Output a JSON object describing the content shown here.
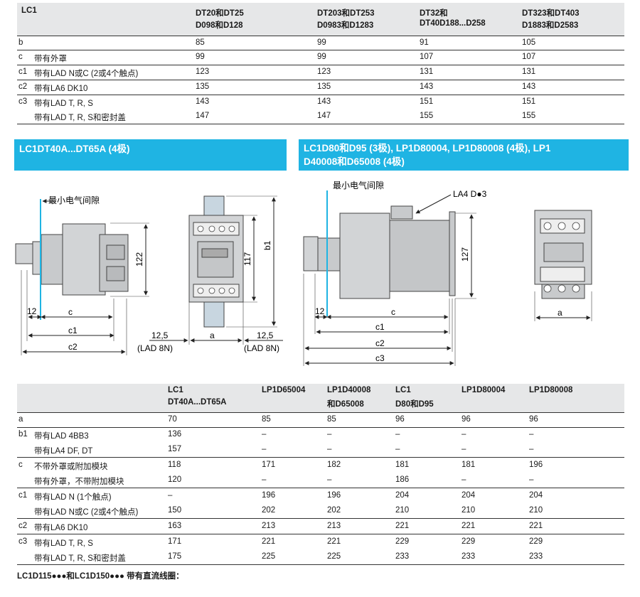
{
  "table1": {
    "headers": [
      "LC1",
      "DT20和DT25",
      "D098和D128",
      "DT203和DT253",
      "D0983和D1283",
      "DT32和",
      "DT40D188...D258",
      "DT323和DT403",
      "D1883和D2583"
    ],
    "rows": [
      {
        "code": "b",
        "desc": "",
        "v": [
          "85",
          "99",
          "91",
          "105"
        ]
      },
      {
        "code": "c",
        "desc": "带有外罩",
        "v": [
          "99",
          "99",
          "107",
          "107"
        ]
      },
      {
        "code": "c1",
        "desc": "带有LAD N或C (2或4个触点)",
        "v": [
          "123",
          "123",
          "131",
          "131"
        ]
      },
      {
        "code": "c2",
        "desc": "带有LA6 DK10",
        "v": [
          "135",
          "135",
          "143",
          "143"
        ]
      },
      {
        "code": "c3",
        "desc": "带有LAD T, R, S",
        "v": [
          "143",
          "143",
          "151",
          "151"
        ]
      },
      {
        "code": "",
        "desc": "带有LAD T, R, S和密封盖",
        "v": [
          "147",
          "147",
          "155",
          "155"
        ]
      }
    ]
  },
  "banner_left": "LC1DT40A...DT65A (4极)",
  "banner_right_1": "LC1D80和D95 (3极), LP1D80004, LP1D80008 (4极), LP1",
  "banner_right_2": "D40008和D65008 (4极)",
  "drawing_left": {
    "clearance": "最小电气间隙",
    "d12": "12",
    "dc": "c",
    "dc1": "c1",
    "dc2": "c2",
    "d122": "122",
    "d117": "117",
    "db1": "b1",
    "d125a": "12,5",
    "d125b": "12,5",
    "lad_a": "(LAD 8N)",
    "lad_b": "(LAD 8N)",
    "da": "a"
  },
  "drawing_right": {
    "clearance": "最小电气间隙",
    "la4": "LA4 D●3",
    "d12": "12",
    "dc": "c",
    "dc1": "c1",
    "dc2": "c2",
    "dc3": "c3",
    "d127": "127",
    "da": "a"
  },
  "table2": {
    "headers": [
      "LC1",
      "DT40A...DT65A",
      "LP1D65004",
      "LP1D40008",
      "和D65008",
      "LC1",
      "D80和D95",
      "LP1D80004",
      "LP1D80008"
    ],
    "rows": [
      {
        "code": "a",
        "desc": "",
        "v": [
          "70",
          "85",
          "85",
          "96",
          "96",
          "96"
        ]
      },
      {
        "code": "b1",
        "desc": "带有LAD 4BB3",
        "v": [
          "136",
          "–",
          "–",
          "–",
          "–",
          "–"
        ]
      },
      {
        "code": "",
        "desc": "带有LA4 DF, DT",
        "v": [
          "157",
          "–",
          "–",
          "–",
          "–",
          "–"
        ]
      },
      {
        "code": "c",
        "desc": "不带外罩或附加模块",
        "v": [
          "118",
          "171",
          "182",
          "181",
          "181",
          "196"
        ]
      },
      {
        "code": "",
        "desc": "带有外罩，不带附加模块",
        "v": [
          "120",
          "–",
          "–",
          "186",
          "–",
          "–"
        ]
      },
      {
        "code": "c1",
        "desc": "带有LAD N (1个触点)",
        "v": [
          "–",
          "196",
          "196",
          "204",
          "204",
          "204"
        ]
      },
      {
        "code": "",
        "desc": "带有LAD N或C (2或4个触点)",
        "v": [
          "150",
          "202",
          "202",
          "210",
          "210",
          "210"
        ]
      },
      {
        "code": "c2",
        "desc": "带有LA6 DK10",
        "v": [
          "163",
          "213",
          "213",
          "221",
          "221",
          "221"
        ]
      },
      {
        "code": "c3",
        "desc": "带有LAD T, R, S",
        "v": [
          "171",
          "221",
          "221",
          "229",
          "229",
          "229"
        ]
      },
      {
        "code": "",
        "desc": "带有LAD T, R, S和密封盖",
        "v": [
          "175",
          "225",
          "225",
          "233",
          "233",
          "233"
        ]
      }
    ]
  },
  "footer": "LC1D115●●●和LC1D150●●● 带有直流线圈："
}
